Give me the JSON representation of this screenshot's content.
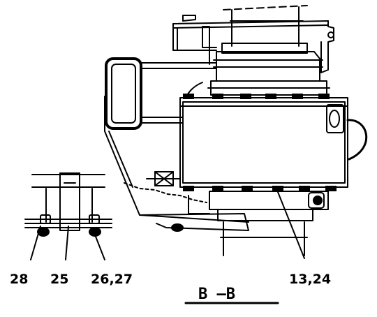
{
  "callouts": {
    "c28": "28",
    "c25": "25",
    "c2627": "26,27",
    "c1324": "13,24"
  },
  "section_label": "B —B"
}
